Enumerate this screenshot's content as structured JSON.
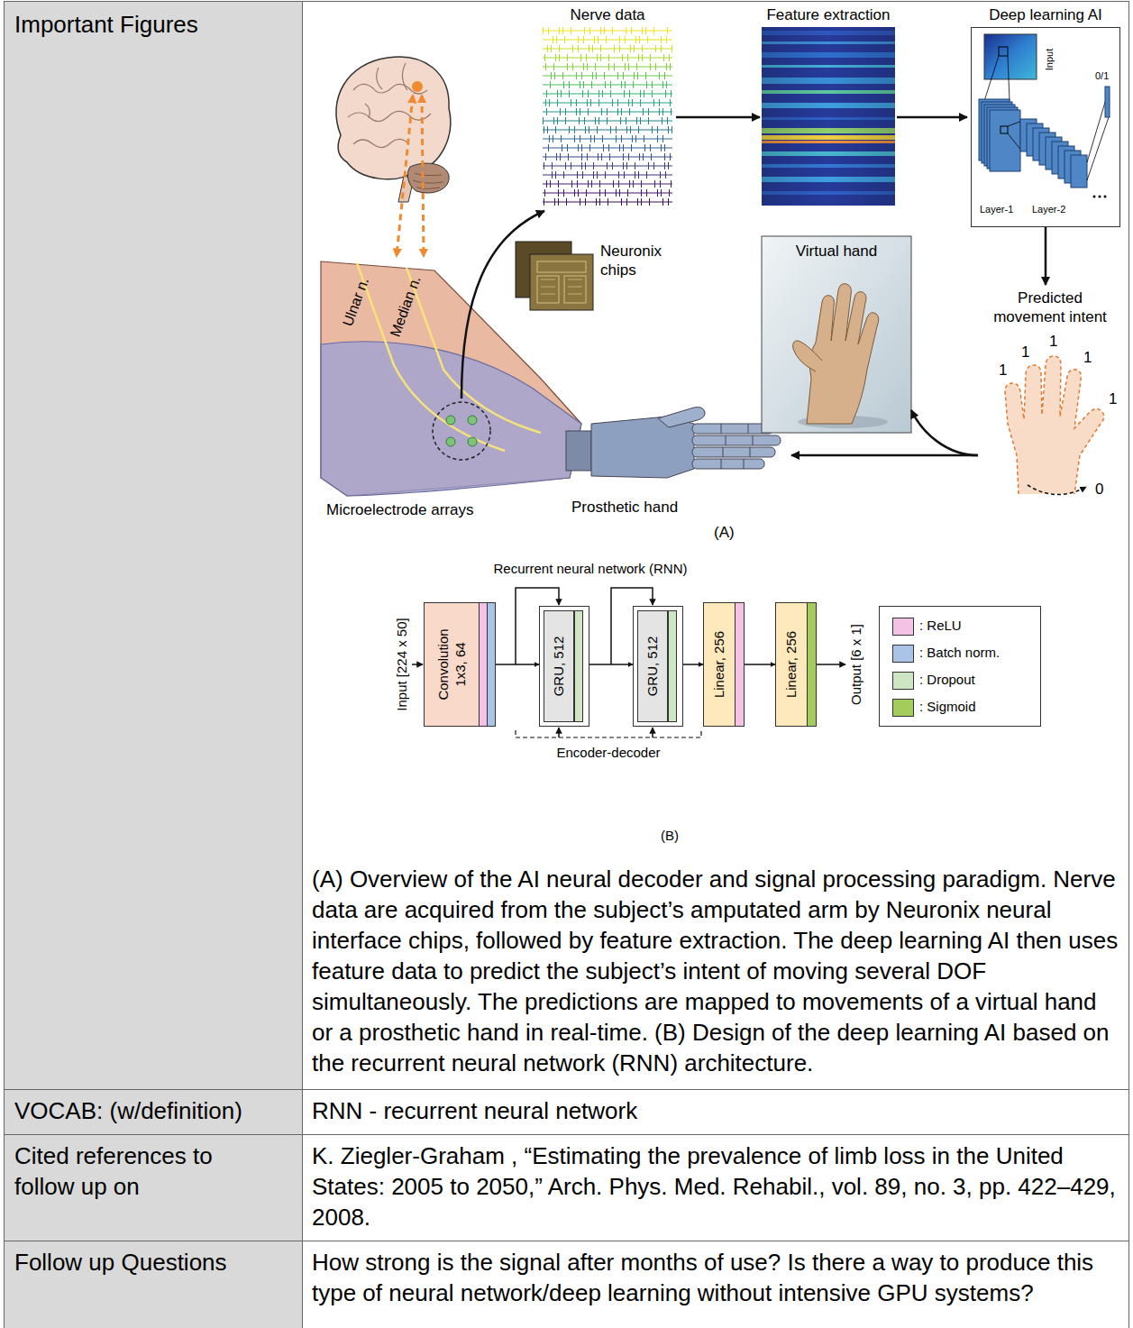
{
  "diagram": {
    "caption": "(A) Overview of the AI neural decoder and signal processing paradigm. Nerve data are acquired from the subject’s amputated arm by Neuronix neural interface chips, followed by feature extraction. The deep learning AI then uses feature data to predict the subject’s intent of moving several DOF simultaneously. The predictions are mapped to movements of a virtual hand or a prosthetic hand in real-time. (B) Design of the deep learning AI based on the recurrent neural network (RNN) architecture.",
    "nodes": [
      {
        "text": [
          "Nerve data"
        ]
      },
      {
        "text": [
          "Feature extraction"
        ]
      },
      {
        "text": [
          "Deep learning AI",
          "Input",
          "0/1",
          "Layer-1",
          "Layer-2"
        ]
      },
      {
        "text": [
          "Predicted movement intent",
          "1",
          "1",
          "1",
          "1",
          "1",
          "0"
        ]
      },
      {
        "text": [
          "Virtual hand"
        ]
      },
      {
        "text": [
          "Prosthetic hand"
        ]
      },
      {
        "text": [
          "Convolution 1x3, 64"
        ]
      },
      {
        "text": [
          "GRU, 512"
        ]
      },
      {
        "text": [
          "GRU, 512"
        ]
      },
      {
        "text": [
          "Linear, 256"
        ]
      },
      {
        "text": [
          "Linear, 256"
        ]
      }
    ],
    "edges": [
      {
        "from": 0,
        "to": 1,
        "arrow": "to"
      },
      {
        "from": 1,
        "to": 2,
        "arrow": "to"
      },
      {
        "from": 2,
        "to": 3,
        "arrow": "to"
      },
      {
        "from": 3,
        "to": 4,
        "arrow": "to"
      },
      {
        "from": 3,
        "to": 5,
        "arrow": "to"
      },
      {
        "from": 6,
        "to": 7,
        "arrow": "to"
      },
      {
        "from": 7,
        "to": 8,
        "arrow": "to"
      },
      {
        "from": 8,
        "to": 9,
        "arrow": "to"
      },
      {
        "from": 9,
        "to": 10,
        "arrow": "to"
      }
    ],
    "labels": [
      "Important Figures",
      "Ulnar n.",
      "Median n.",
      "Neuronix chips",
      "Microelectrode arrays",
      "(A)",
      "Recurrent neural network (RNN)",
      "Input [224 x 50]",
      "Output [6 x 1]",
      "Encoder-decoder",
      "(B)",
      "VOCAB: (w/definition)",
      "RNN - recurrent neural network",
      "Cited references to follow up on",
      "K. Ziegler-Graham , “Estimating the prevalence of limb loss in the United States: 2005 to 2050,” Arch. Phys. Med. Rehabil., vol. 89, no. 3, pp. 422–429, 2008.",
      "Follow up Questions",
      "How strong is the signal after months of use? Is there a way to produce this type of neural network/deep learning without intensive GPU systems?"
    ],
    "legend": [
      {
        "text": ": ReLU",
        "color": "#f4c2e4"
      },
      {
        "text": ": Batch norm.",
        "color": "#a9c4e4"
      },
      {
        "text": ": Dropout",
        "color": "#cfe6c4"
      },
      {
        "text": ": Sigmoid",
        "color": "#a4cc5c"
      }
    ]
  }
}
